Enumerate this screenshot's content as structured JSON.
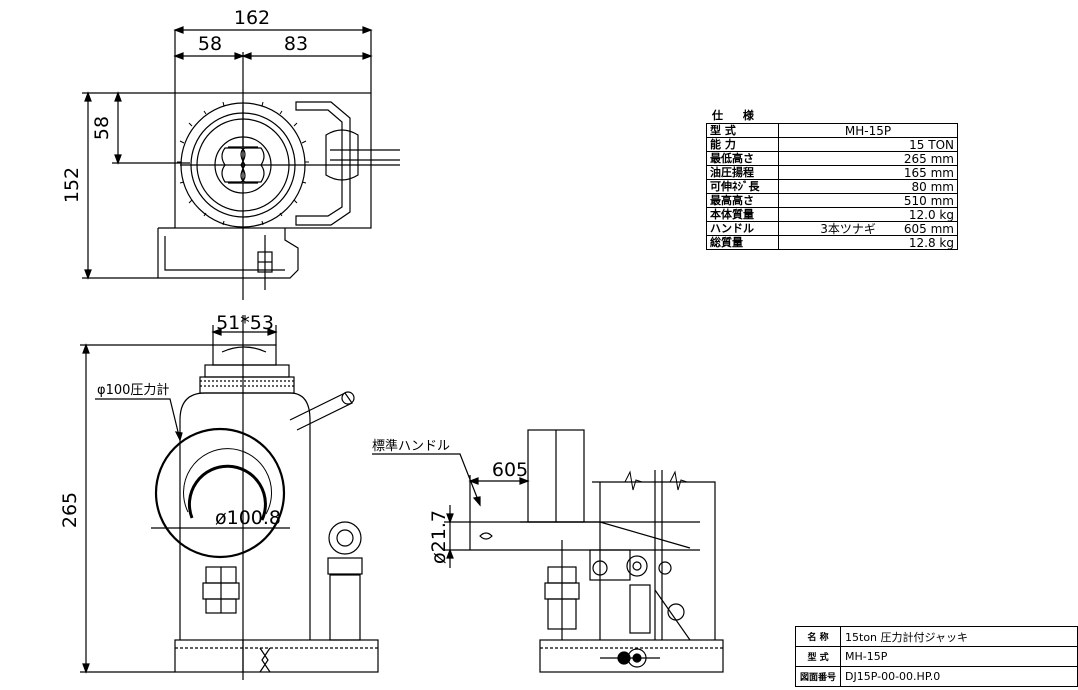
{
  "dimensions": {
    "top_width": "162",
    "top_left": "58",
    "top_right": "83",
    "side_height": "152",
    "side_top": "58",
    "saddle": "51*53",
    "body_height": "265",
    "gauge_dia": "ø100.8",
    "handle_length": "605",
    "handle_dia": "ø21.7"
  },
  "callouts": {
    "gauge": "φ100圧力計",
    "handle": "標準ハンドル"
  },
  "spec": {
    "title": "仕 様",
    "rows": [
      {
        "key": "型 式",
        "value": "MH-15P",
        "sub": ""
      },
      {
        "key": "能 力",
        "value": "15 TON",
        "sub": ""
      },
      {
        "key": "最低高さ",
        "value": "265 mm",
        "sub": ""
      },
      {
        "key": "油圧揚程",
        "value": "165 mm",
        "sub": ""
      },
      {
        "key": "可伸ﾈｼﾞ長",
        "value": "80 mm",
        "sub": ""
      },
      {
        "key": "最高高さ",
        "value": "510 mm",
        "sub": ""
      },
      {
        "key": "本体質量",
        "value": "12.0 kg",
        "sub": ""
      },
      {
        "key": "ハンドル",
        "value": "605 mm",
        "sub": "3本ツナギ"
      },
      {
        "key": "総質量",
        "value": "12.8 kg",
        "sub": ""
      }
    ]
  },
  "title_block": {
    "name_label": "名 称",
    "name_value": "15ton 圧力計付ジャッキ",
    "model_label": "型 式",
    "model_value": "MH-15P",
    "drawing_label": "図面番号",
    "drawing_value": "DJ15P-00-00.HP.0"
  }
}
